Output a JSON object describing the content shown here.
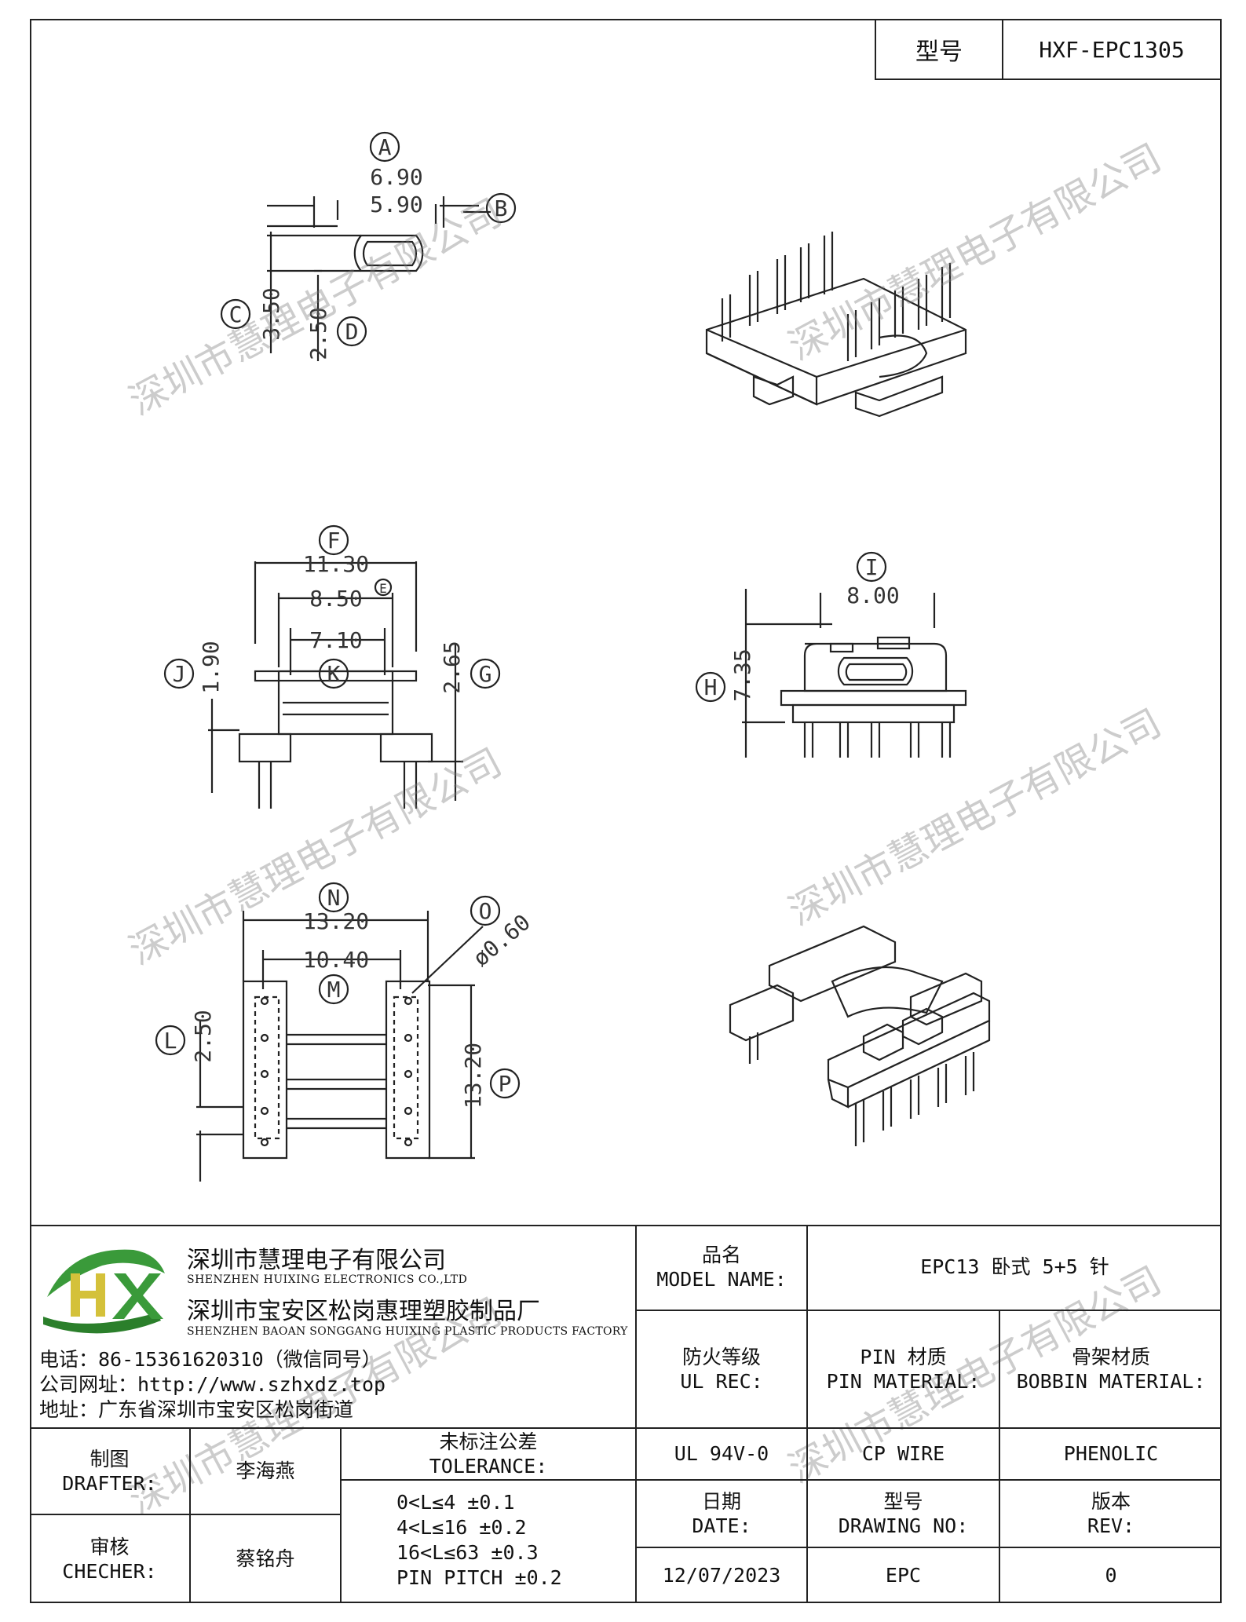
{
  "header": {
    "model_label": "型号",
    "model_value": "HXF-EPC1305"
  },
  "dims": {
    "A": {
      "letter": "A",
      "value": "6.90"
    },
    "B": {
      "letter": "B",
      "value": "5.90"
    },
    "C": {
      "letter": "C",
      "value": "3.50"
    },
    "D": {
      "letter": "D",
      "value": "2.50"
    },
    "E": {
      "letter": "E",
      "value": "8.50"
    },
    "F": {
      "letter": "F",
      "value": "11.30"
    },
    "G": {
      "letter": "G",
      "value": "2.65"
    },
    "H": {
      "letter": "H",
      "value": "7.35"
    },
    "I": {
      "letter": "I",
      "value": "8.00"
    },
    "J": {
      "letter": "J",
      "value": "1.90"
    },
    "K": {
      "letter": "K",
      "value": "7.10"
    },
    "L": {
      "letter": "L",
      "value": "2.50"
    },
    "M": {
      "letter": "M",
      "value": "10.40"
    },
    "N": {
      "letter": "N",
      "value": "13.20"
    },
    "O": {
      "letter": "O",
      "value": "ø0.60"
    },
    "P": {
      "letter": "P",
      "value": "13.20"
    }
  },
  "watermark": "深圳市慧理电子有限公司",
  "company": {
    "name_cn": "深圳市慧理电子有限公司",
    "name_en": "SHENZHEN HUIXING ELECTRONICS CO.,LTD",
    "factory_cn": "深圳市宝安区松岗惠理塑胶制品厂",
    "factory_en": "SHENZHEN BAOAN SONGGANG HUIXING PLASTIC PRODUCTS FACTORY",
    "phone": "电话：86-15361620310（微信同号）",
    "website": "公司网址：http://www.szhxdz.top",
    "address": "地址：广东省深圳市宝安区松岗街道",
    "logo_text": "HX"
  },
  "table": {
    "model_name_cn": "品名",
    "model_name_en": "MODEL NAME:",
    "model_name_value": "EPC13 卧式 5+5 针",
    "fire_cn": "防火等级",
    "fire_en": "UL REC:",
    "pin_cn": "PIN 材质",
    "pin_en": "PIN MATERIAL:",
    "bobbin_cn": "骨架材质",
    "bobbin_en": "BOBBIN MATERIAL:",
    "fire_value": "UL 94V-0",
    "pin_value": "CP WIRE",
    "bobbin_value": "PHENOLIC",
    "drafter_cn": "制图",
    "drafter_en": "DRAFTER:",
    "drafter_name": "李海燕",
    "tol_cn": "未标注公差",
    "tol_en": "TOLERANCE:",
    "tol_lines": [
      "0<L≤4   ±0.1",
      "4<L≤16  ±0.2",
      "16<L≤63 ±0.3",
      "PIN PITCH ±0.2"
    ],
    "date_cn": "日期",
    "date_en": "DATE:",
    "drawing_cn": "型号",
    "drawing_en": "DRAWING NO:",
    "rev_cn": "版本",
    "rev_en": "REV:",
    "checker_cn": "审核",
    "checker_en": "CHECHER:",
    "checker_name": "蔡铭舟",
    "date_value": "12/07/2023",
    "drawing_value": "EPC",
    "rev_value": "0"
  }
}
